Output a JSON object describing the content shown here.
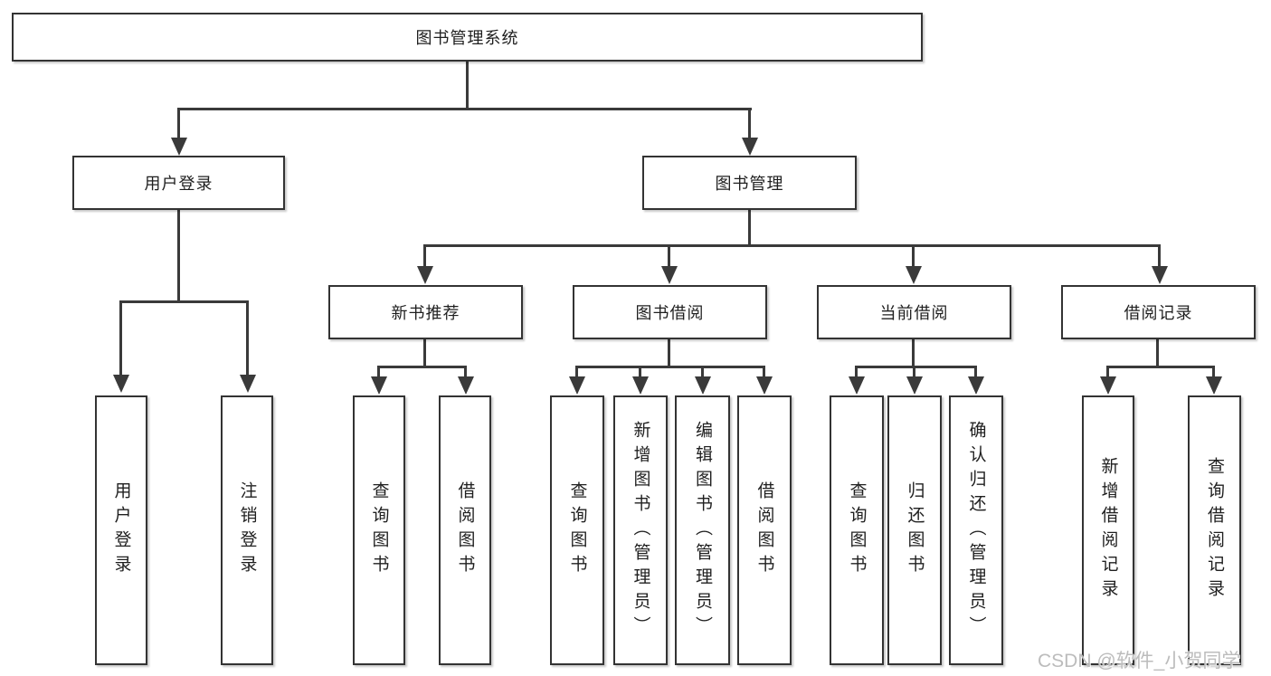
{
  "diagram": {
    "type": "hierarchy-tree",
    "root": {
      "label": "图书管理系统"
    },
    "level2": [
      {
        "label": "用户登录"
      },
      {
        "label": "图书管理"
      }
    ],
    "level3": [
      {
        "label": "新书推荐"
      },
      {
        "label": "图书借阅"
      },
      {
        "label": "当前借阅"
      },
      {
        "label": "借阅记录"
      }
    ],
    "leaves": {
      "user_login": [
        {
          "label": "用户登录"
        },
        {
          "label": "注销登录"
        }
      ],
      "new_book": [
        {
          "label": "查询图书"
        },
        {
          "label": "借阅图书"
        }
      ],
      "book_borrow": [
        {
          "label": "查询图书"
        },
        {
          "label": "新增图书（管理员）"
        },
        {
          "label": "编辑图书（管理员）"
        },
        {
          "label": "借阅图书"
        }
      ],
      "current_borrow": [
        {
          "label": "查询图书"
        },
        {
          "label": "归还图书"
        },
        {
          "label": "确认归还（管理员）"
        }
      ],
      "borrow_records": [
        {
          "label": "新增借阅记录"
        },
        {
          "label": "查询借阅记录"
        }
      ]
    },
    "colors": {
      "line": "#3a3a3a",
      "border": "#333333",
      "text": "#1f1f1f",
      "background": "#ffffff",
      "watermark": "#bcbcbc"
    }
  },
  "watermark": {
    "text": "CSDN @软件_小贺同学"
  }
}
